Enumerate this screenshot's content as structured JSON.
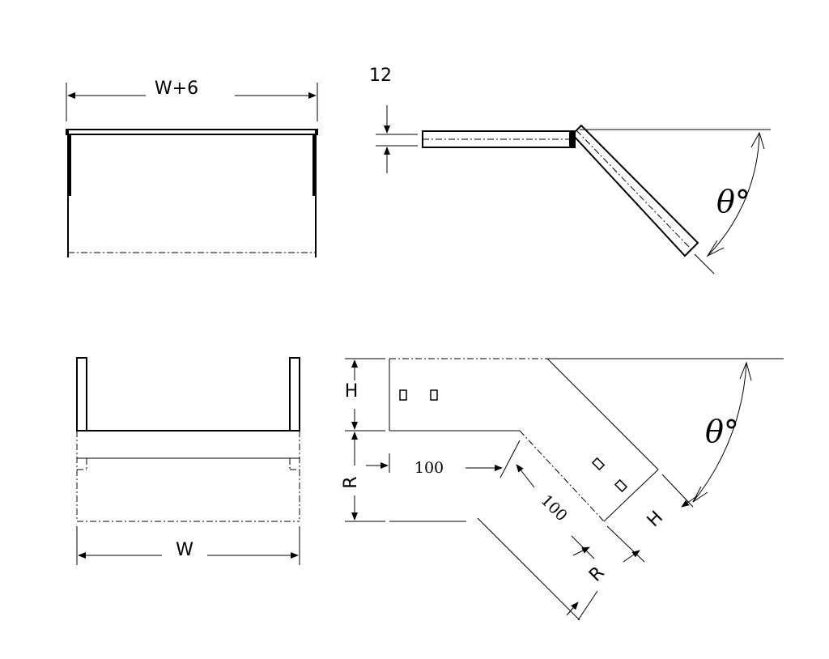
{
  "dimensions": {
    "top_width": "W+6",
    "thickness": "12",
    "bottom_width": "W",
    "height_left": "H",
    "radius_left": "R",
    "height_diag": "H",
    "radius_diag": "R",
    "straight_len_1": "100",
    "straight_len_2": "100",
    "angle_top": "θ°",
    "angle_bottom": "θ°"
  }
}
